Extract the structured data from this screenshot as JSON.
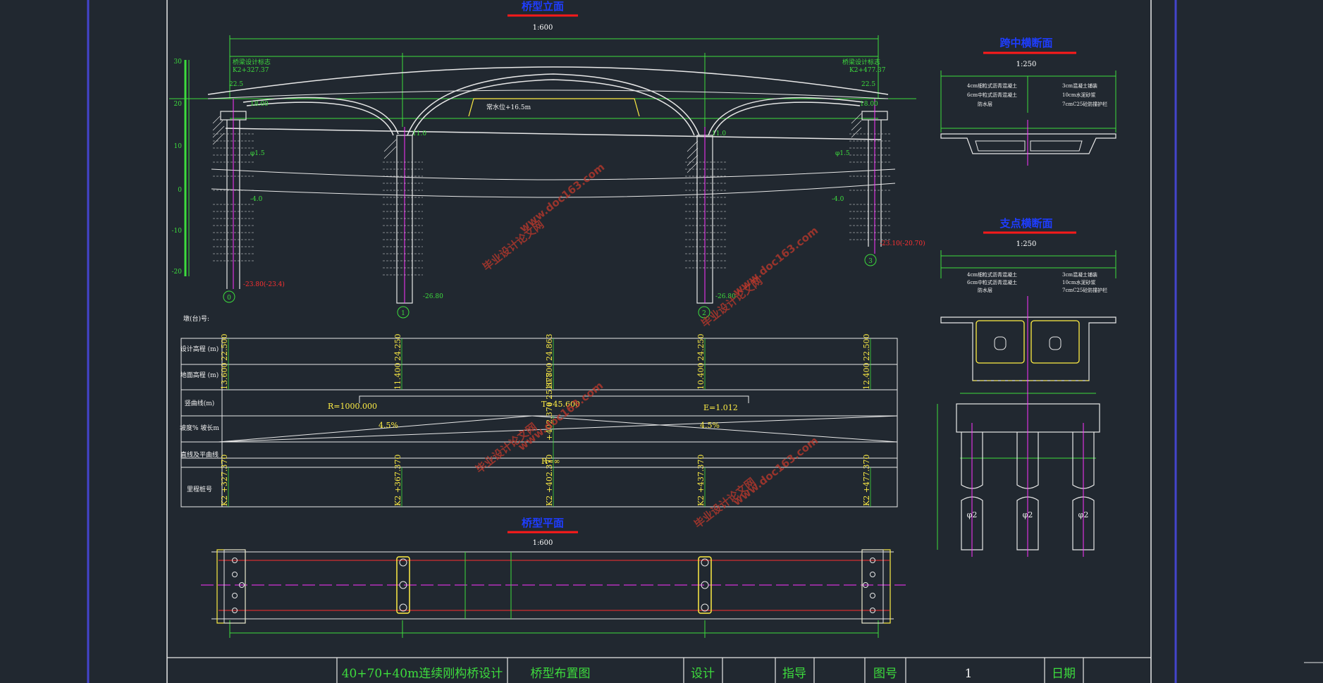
{
  "views": {
    "elevation": {
      "title": "桥型立面",
      "scale": "1:600"
    },
    "cross_mid": {
      "title": "跨中横断面",
      "scale": "1:250"
    },
    "cross_pier": {
      "title": "支点横断面",
      "scale": "1:250"
    },
    "plan": {
      "title": "桥型平面",
      "scale": "1:600"
    }
  },
  "elevation_labels": {
    "pier_no_label": "墩(台)号:",
    "water_level": "常水位+16.5m",
    "left_top": "22.5",
    "right_top": "22.5",
    "left_h": "18.00",
    "right_h": "18.00",
    "pier_top_left": "11.0",
    "pier_top_right": "11.0",
    "pile_left": "φ1.5",
    "pile_right": "φ1.5",
    "left_level": "-4.0",
    "right_level": "-4.0",
    "bottom_left": "-26.80",
    "bottom_right": "-26.80",
    "left_bottom_red": "-23.80(-23.4)",
    "right_bottom_red": "-23.10(-20.70)",
    "left_design_title": "桥梁设计标志",
    "left_design_km": "K2+327.37",
    "right_design_title": "桥梁设计标志",
    "right_design_km": "K2+477.37",
    "gauge": [
      "30",
      "20",
      "10",
      "0",
      "-10",
      "-20"
    ],
    "pier_numbers": [
      "0",
      "1",
      "2",
      "3"
    ]
  },
  "profile_table": {
    "row_headers": [
      "设计高程 (m)",
      "地面高程 (m)",
      "竖曲线(m)",
      "坡度% 坡长m",
      "直线及平曲线",
      "里程桩号"
    ],
    "design_elev": [
      "22.500",
      "24.250",
      "24.863",
      "24.250",
      "22.500"
    ],
    "ground_elev": [
      "13.600",
      "11.400",
      "10.700",
      "10.400",
      "12.400"
    ],
    "vc_R": "R=1000.000",
    "vc_T": "T=45.600",
    "vc_E": "E=1.012",
    "slope_left": "4.5%",
    "slope_right": "4.5%",
    "mid_slope": "+402.370 25.878",
    "curve": "R=∞",
    "stations": [
      "K2 +327.370",
      "K2 +367.370",
      "K2 +402.370",
      "K2 +437.370",
      "K2 +477.370"
    ]
  },
  "cross_mid_labels": [
    "4cm细粒式沥青混凝土",
    "6cm中粒式沥青混凝土",
    "防水层",
    "3cm混凝土铺装",
    "10cm水泥砂浆",
    "7cmC25砼防撞护栏"
  ],
  "cross_pier_labels": [
    "4cm细粒式沥青混凝土",
    "6cm中粒式沥青混凝土",
    "防水层",
    "3cm混凝土铺装",
    "10cm水泥砂浆",
    "7cmC25砼防撞护栏"
  ],
  "pile_labels": [
    "φ2",
    "φ2",
    "φ2"
  ],
  "title_block": {
    "project": "40+70+40m连续刚构桥设计",
    "drawing": "桥型布置图",
    "design_label": "设计",
    "guide_label": "指导",
    "fig_label": "图号",
    "fig_no": "1",
    "date_label": "日期"
  },
  "watermarks": [
    "毕业设计论文网",
    "www.doc163.com"
  ],
  "colors": {
    "bg": "#212830",
    "line": "#e8e8e8",
    "green": "#3ddc3d",
    "red": "#ff3030",
    "yellow": "#ffee44",
    "magenta": "#ff33ff",
    "blue": "#1e3dff",
    "border_blue": "#4444cc"
  }
}
